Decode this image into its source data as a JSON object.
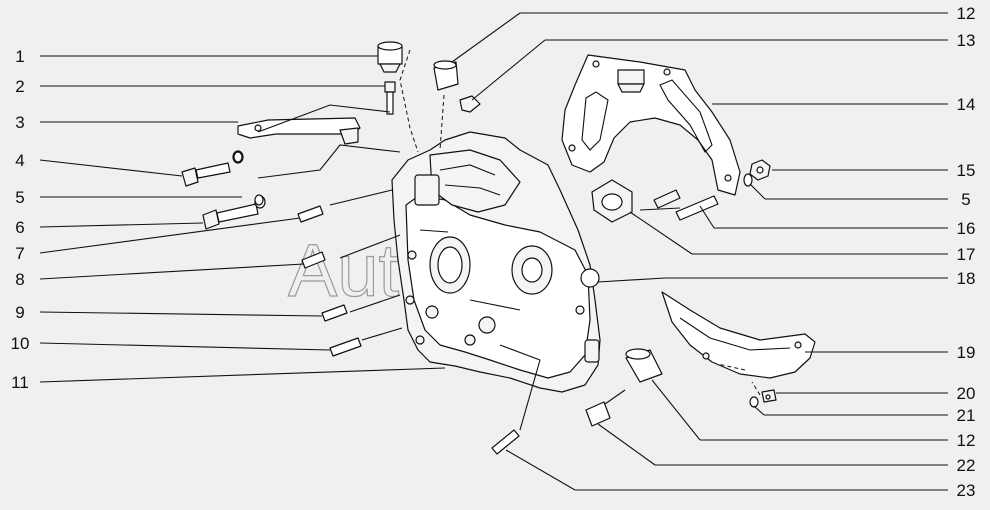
{
  "watermark": "AutoSoft",
  "callouts_left": [
    "1",
    "2",
    "3",
    "4",
    "5",
    "6",
    "7",
    "8",
    "9",
    "10",
    "11"
  ],
  "callouts_right": [
    "12",
    "13",
    "14",
    "15",
    "5",
    "16",
    "17",
    "18",
    "19",
    "20",
    "21",
    "12",
    "22",
    "23"
  ]
}
